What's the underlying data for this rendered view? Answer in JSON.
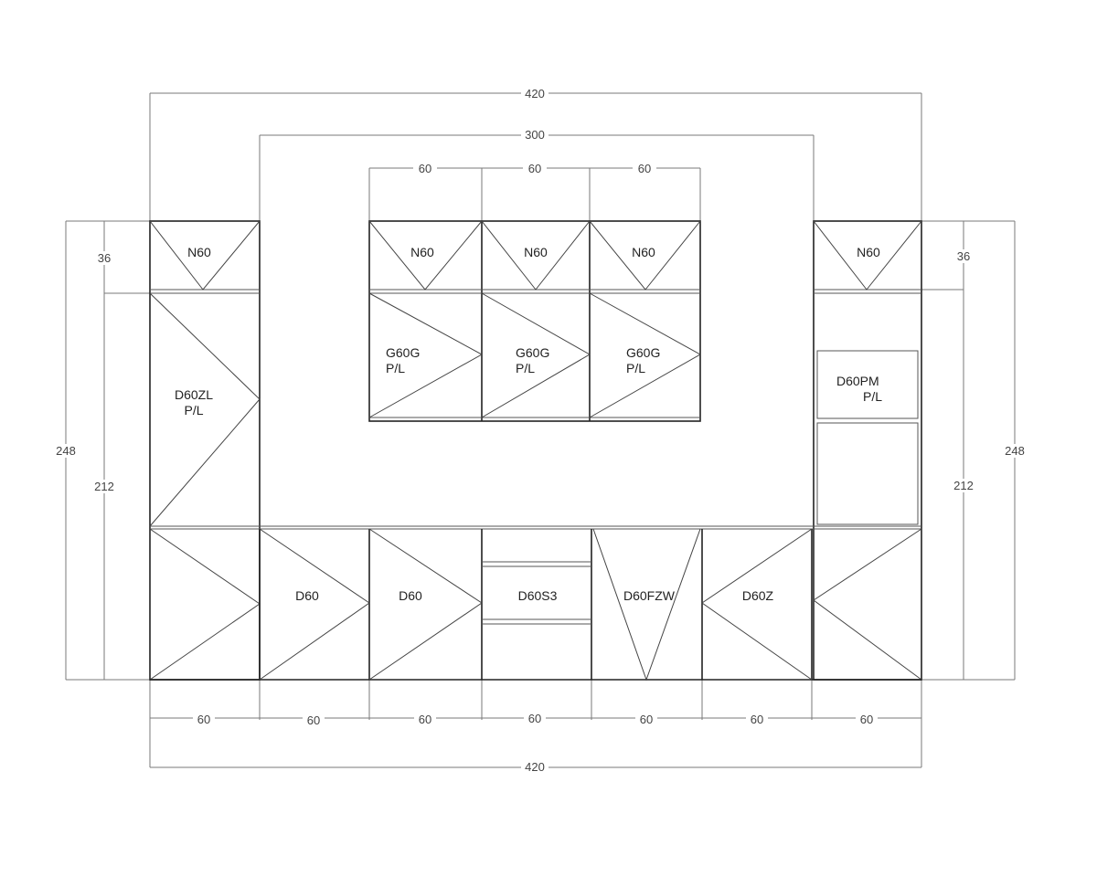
{
  "dimensions": {
    "top_overall": "420",
    "top_inner": "300",
    "top_wall_widths": [
      "60",
      "60",
      "60"
    ],
    "bottom_widths": [
      "60",
      "60",
      "60",
      "60",
      "60",
      "60",
      "60"
    ],
    "bottom_overall": "420",
    "left_total_height": "248",
    "left_top_height": "36",
    "left_lower_height": "212",
    "right_total_height": "248",
    "right_top_height": "36",
    "right_lower_height": "212"
  },
  "cabinets": {
    "left_top": "N60",
    "left_tall_code": "D60ZL",
    "left_tall_hinge": "P/L",
    "wall_tops": [
      "N60",
      "N60",
      "N60"
    ],
    "wall_units": [
      {
        "code": "G60G",
        "hinge": "P/L"
      },
      {
        "code": "G60G",
        "hinge": "P/L"
      },
      {
        "code": "G60G",
        "hinge": "P/L"
      }
    ],
    "right_top": "N60",
    "right_oven_code": "D60PM",
    "right_oven_hinge": "P/L",
    "base_units": [
      "",
      "D60",
      "D60",
      "D60S3",
      "D60FZW",
      "D60Z",
      ""
    ]
  }
}
